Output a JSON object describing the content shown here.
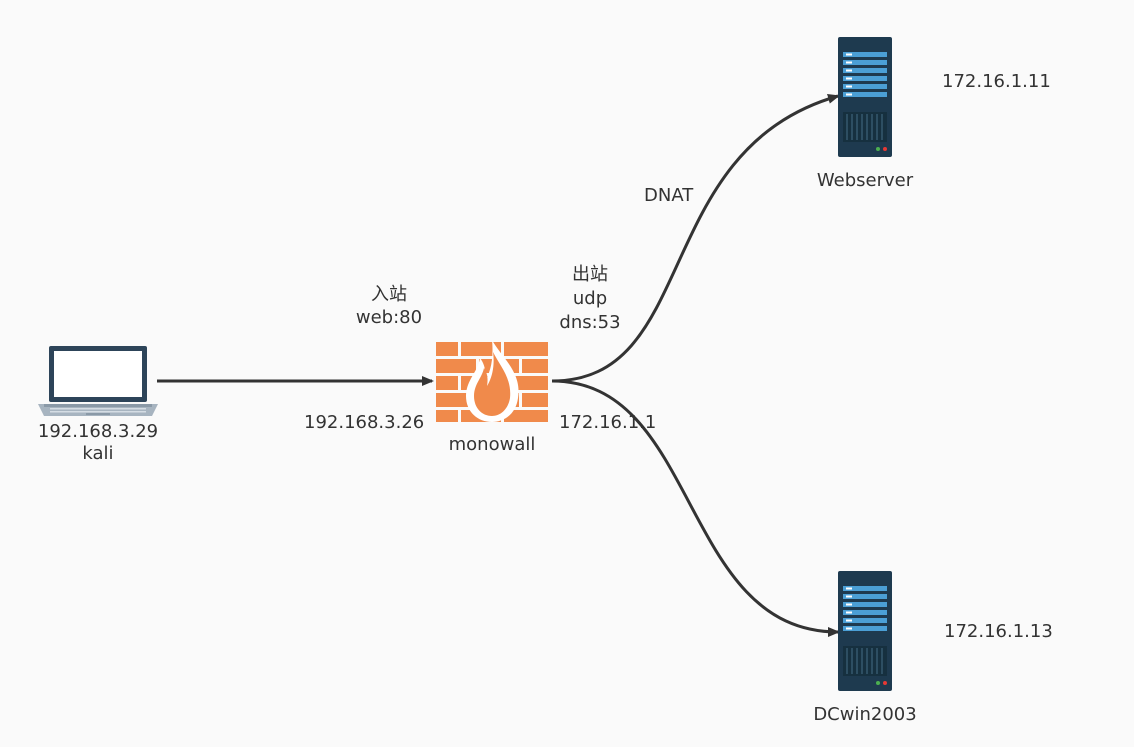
{
  "nodes": {
    "kali": {
      "ip": "192.168.3.29",
      "name": "kali"
    },
    "monowall": {
      "name": "monowall",
      "inner_ip": "192.168.3.26",
      "outer_ip": "172.16.1.1"
    },
    "webserver": {
      "name": "Webserver",
      "ip": "172.16.1.11"
    },
    "dc": {
      "name": "DCwin2003",
      "ip": "172.16.1.13"
    }
  },
  "edges": {
    "inbound": {
      "line1": "入站",
      "line2": "web:80"
    },
    "outbound": {
      "line1": "出站",
      "line2": "udp",
      "line3": "dns:53"
    },
    "dnat": {
      "label": "DNAT"
    }
  },
  "colors": {
    "firewall": "#f08a4b",
    "server_body": "#1e3a4f",
    "server_accent": "#4b9fd5",
    "laptop_body": "#2d4459",
    "edge": "#333333"
  },
  "icons": {
    "laptop": "laptop-icon",
    "firewall": "firewall-icon",
    "server": "server-icon"
  }
}
